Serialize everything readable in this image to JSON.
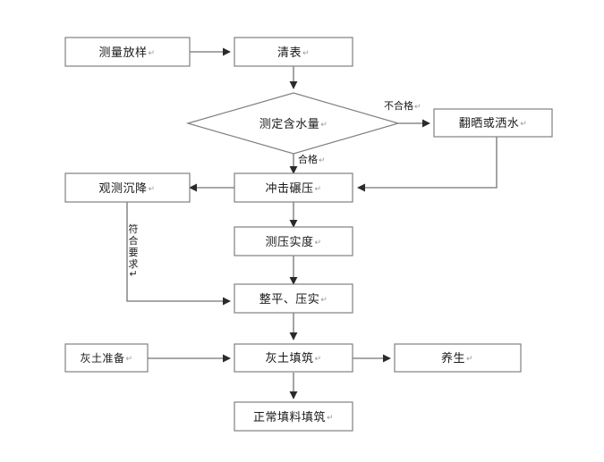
{
  "diagram": {
    "type": "flowchart",
    "title": "",
    "pilcrow_glyph": "↵",
    "colors": {
      "background": "#ffffff",
      "node_stroke": "#808080",
      "node_fill": "#ffffff",
      "connector": "#737373",
      "text": "#1a1a1a"
    },
    "nodes": [
      {
        "id": "n1",
        "shape": "rect",
        "label": "测量放样",
        "mark": "↵"
      },
      {
        "id": "n2",
        "shape": "rect",
        "label": "清表",
        "mark": "↵"
      },
      {
        "id": "n3",
        "shape": "diamond",
        "label": "测定含水量",
        "mark": "↵"
      },
      {
        "id": "n4",
        "shape": "rect",
        "label": "翻晒或洒水",
        "mark": "↵"
      },
      {
        "id": "n5",
        "shape": "rect",
        "label": "观测沉降",
        "mark": "↵"
      },
      {
        "id": "n6",
        "shape": "rect",
        "label": "冲击碾压",
        "mark": "↵"
      },
      {
        "id": "n7",
        "shape": "rect",
        "label": "测压实度",
        "mark": "↵"
      },
      {
        "id": "n8",
        "shape": "rect",
        "label": "整平、压实",
        "mark": "↵"
      },
      {
        "id": "n9",
        "shape": "rect",
        "label": "灰土准备",
        "mark": "↵"
      },
      {
        "id": "n10",
        "shape": "rect",
        "label": "灰土填筑",
        "mark": "↵"
      },
      {
        "id": "n11",
        "shape": "rect",
        "label": "养生",
        "mark": "↵"
      },
      {
        "id": "n12",
        "shape": "rect",
        "label": "正常填料填筑",
        "mark": "↵"
      }
    ],
    "edge_labels": {
      "fail": "不合格",
      "fail_mark": "↵",
      "pass": "合格",
      "pass_mark": "↵",
      "meets_requirement": "符合要求",
      "meets_requirement_mark": "↵",
      "meets_requirement_chars": [
        "符",
        "合",
        "要",
        "求"
      ]
    },
    "edges": [
      {
        "from": "n1",
        "to": "n2",
        "label": ""
      },
      {
        "from": "n2",
        "to": "n3",
        "label": ""
      },
      {
        "from": "n3",
        "to": "n4",
        "label": "不合格"
      },
      {
        "from": "n3",
        "to": "n6",
        "label": "合格"
      },
      {
        "from": "n4",
        "to": "n6",
        "label": ""
      },
      {
        "from": "n6",
        "to": "n5",
        "label": ""
      },
      {
        "from": "n6",
        "to": "n7",
        "label": ""
      },
      {
        "from": "n7",
        "to": "n8",
        "label": ""
      },
      {
        "from": "n5",
        "to": "n8",
        "label": "符合要求"
      },
      {
        "from": "n8",
        "to": "n10",
        "label": ""
      },
      {
        "from": "n9",
        "to": "n10",
        "label": ""
      },
      {
        "from": "n10",
        "to": "n11",
        "label": ""
      },
      {
        "from": "n10",
        "to": "n12",
        "label": ""
      }
    ]
  }
}
